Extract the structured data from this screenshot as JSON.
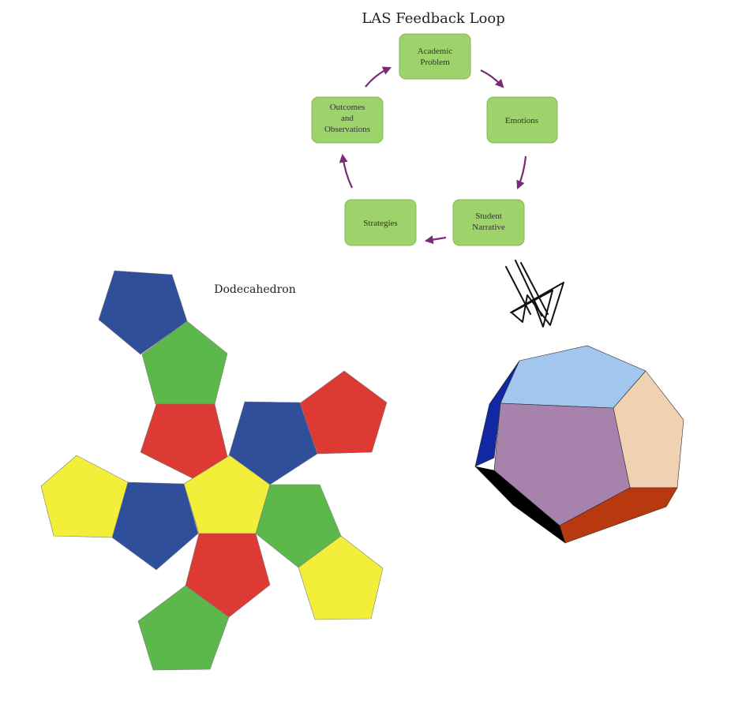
{
  "feedback_loop": {
    "title": "LAS Feedback Loop",
    "node_fill": "#9ed26a",
    "node_stroke": "#86b85a",
    "arrow_color": "#7a2a7a",
    "nodes": [
      {
        "id": "academic",
        "lines": [
          "Academic",
          "Problem"
        ]
      },
      {
        "id": "emotions",
        "lines": [
          "Emotions"
        ]
      },
      {
        "id": "narrative",
        "lines": [
          "Student",
          "Narrative"
        ]
      },
      {
        "id": "strategies",
        "lines": [
          "Strategies"
        ]
      },
      {
        "id": "outcomes",
        "lines": [
          "Outcomes",
          "and",
          "Observations"
        ]
      }
    ]
  },
  "net": {
    "title": "Dodecahedron",
    "colors": {
      "blue": "#2f4f9b",
      "green": "#5cb84a",
      "red": "#de3a34",
      "yellow": "#f2ee3a"
    }
  },
  "solid": {
    "colors": {
      "top": "#a2c6ee",
      "front": "#a682ad",
      "right": "#f0d1b1",
      "left": "#1028a3",
      "bottom_right": "#b8380f",
      "bottom_left": "#000000"
    }
  }
}
